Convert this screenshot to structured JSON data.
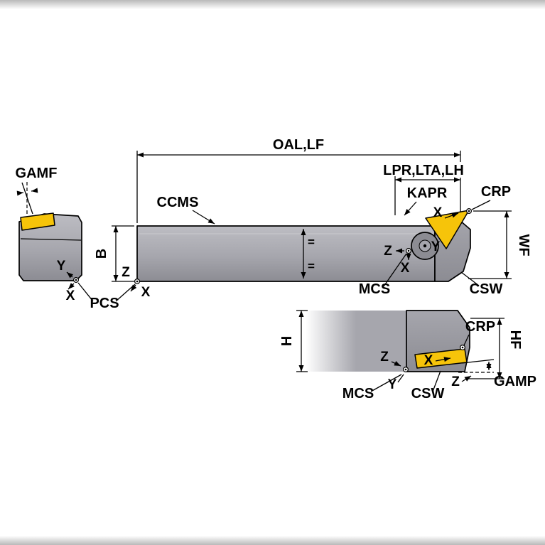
{
  "colors": {
    "insert_yellow": "#f6c40a",
    "body_light": "#bdbdc3",
    "body_mid": "#a6a6ad",
    "body_dark": "#8c8c93",
    "band_gray": "#b9b9b9",
    "line_black": "#000000"
  },
  "labels": {
    "dim_oal": "OAL,LF",
    "dim_lpr": "LPR,LTA,LH",
    "dim_kapr": "KAPR",
    "dim_crp": "CRP",
    "dim_wf": "WF",
    "dim_b": "B",
    "dim_h": "H",
    "dim_hf": "HF",
    "dim_gamf": "GAMF",
    "dim_gamp": "GAMP",
    "ref_ccms": "CCMS",
    "ref_pcs": "PCS",
    "ref_mcs": "MCS",
    "ref_csw": "CSW",
    "axis_x": "X",
    "axis_y": "Y",
    "axis_z": "Z",
    "equal_mark": "="
  }
}
